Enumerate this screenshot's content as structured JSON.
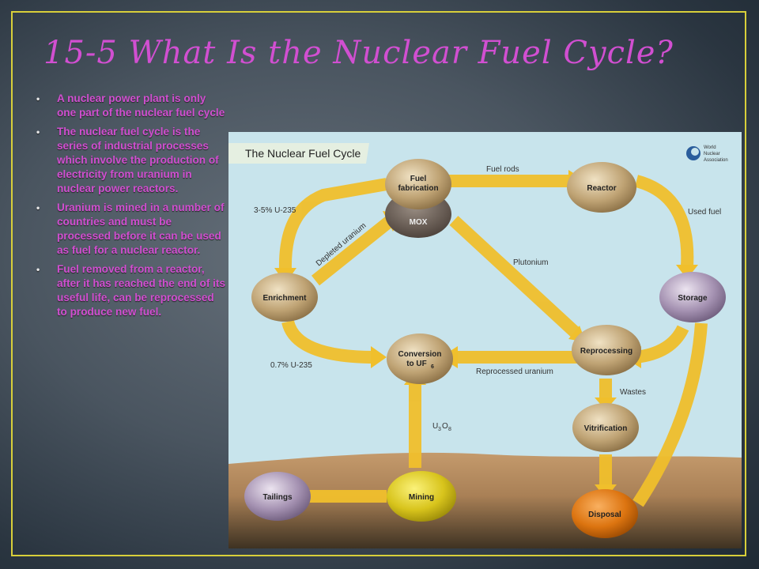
{
  "slide": {
    "title": "15-5 What Is the Nuclear Fuel Cycle?",
    "bullets": [
      "A nuclear power plant is only one part of the nuclear fuel cycle",
      "The nuclear fuel cycle is the series of industrial processes which involve the production of electricity from uranium in nuclear power reactors.",
      "Uranium is mined in a number of countries and must be processed before it can be used as fuel for a nuclear reactor.",
      "Fuel removed from a reactor, after it has reached the end of its useful life, can be reprocessed to produce new fuel."
    ]
  },
  "diagram": {
    "title": "The Nuclear Fuel Cycle",
    "logo": {
      "line1": "World",
      "line2": "Nuclear",
      "line3": "Association"
    },
    "nodes": {
      "fuel_fab_1": "Fuel",
      "fuel_fab_2": "fabrication",
      "mox": "MOX",
      "reactor": "Reactor",
      "enrichment": "Enrichment",
      "storage": "Storage",
      "conversion_1": "Conversion",
      "conversion_2": "to UF",
      "conversion_sub": "6",
      "reprocessing": "Reprocessing",
      "vitrification": "Vitrification",
      "tailings": "Tailings",
      "mining": "Mining",
      "disposal": "Disposal"
    },
    "flows": {
      "fuel_rods": "Fuel rods",
      "used_fuel": "Used fuel",
      "u235_high": "3-5% U-235",
      "depleted_uranium": "Depleted uranium",
      "plutonium": "Plutonium",
      "u235_low": "0.7% U-235",
      "reprocessed_uranium": "Reprocessed uranium",
      "wastes": "Wastes",
      "u3o8_main": "U",
      "u3o8_sub1": "3",
      "u3o8_mid": "O",
      "u3o8_sub2": "8"
    },
    "colors": {
      "arrow": "#f2c230",
      "node_tan": "#b59a6a",
      "node_purple": "#9a86a8",
      "mining": "#d4c21a",
      "disposal": "#d9740f",
      "ground": "#b08a60"
    }
  }
}
